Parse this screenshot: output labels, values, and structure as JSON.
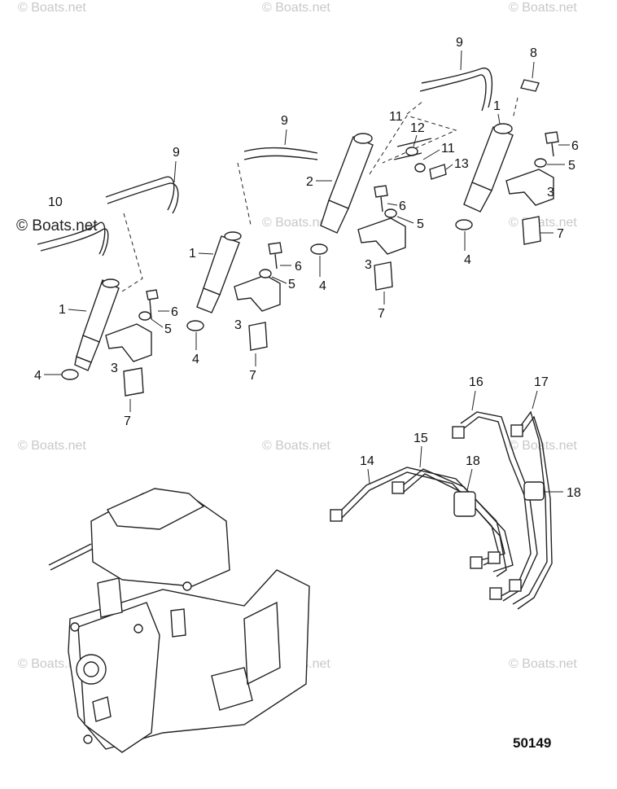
{
  "watermark": "© Boats.net",
  "watermark_prominent": "© Boats.net",
  "figure_number": "50149",
  "callouts": {
    "c1a": "1",
    "c1b": "1",
    "c1c": "1",
    "c2": "2",
    "c3a": "3",
    "c3b": "3",
    "c3c": "3",
    "c3d": "3",
    "c4a": "4",
    "c4b": "4",
    "c4c": "4",
    "c4d": "4",
    "c5a": "5",
    "c5b": "5",
    "c5c": "5",
    "c5d": "5",
    "c6a": "6",
    "c6b": "6",
    "c6c": "6",
    "c6d": "6",
    "c7a": "7",
    "c7b": "7",
    "c7c": "7",
    "c7d": "7",
    "c8": "8",
    "c9a": "9",
    "c9b": "9",
    "c9c": "9",
    "c10": "10",
    "c11a": "11",
    "c11b": "11",
    "c12": "12",
    "c13": "13",
    "c14": "14",
    "c15": "15",
    "c16": "16",
    "c17": "17",
    "c18a": "18",
    "c18b": "18"
  }
}
